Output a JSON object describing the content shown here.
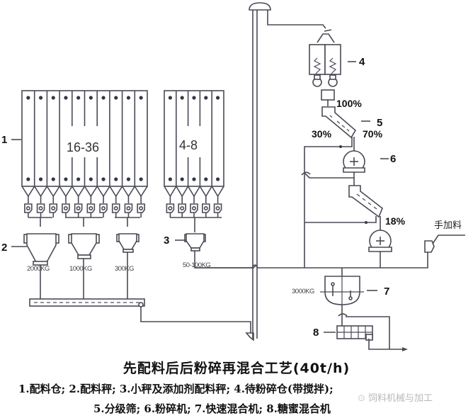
{
  "diagram": {
    "title": "先配料后后粉碎再混合工艺(40t/h)",
    "legend_line1": "1.配料仓; 2.配料秤; 3.小秤及添加剂配料秤; 4.待粉碎仓(带搅拌);",
    "legend_line2": "5.分级筛; 6.粉碎机; 7.快速混合机; 8.糖蜜混合机",
    "watermark": "饲料机械与加工",
    "bin_group_large": {
      "label": "16-36",
      "bin_count": 10
    },
    "bin_group_small": {
      "label": "4-8",
      "bin_count": 5
    },
    "scales": [
      {
        "capacity": "2000KG"
      },
      {
        "capacity": "1000KG"
      },
      {
        "capacity": "300KG"
      },
      {
        "capacity": "50-100KG"
      }
    ],
    "mixer_capacity": "3000KG",
    "manual_feed": "手加料",
    "flow_percentages": {
      "into_screen": "100%",
      "screen_bypass": "30%",
      "screen_to_grinder": "70%",
      "second_screen_to_grinder": "18%"
    },
    "callouts": [
      "1",
      "2",
      "3",
      "4",
      "5",
      "6",
      "7",
      "8"
    ]
  }
}
